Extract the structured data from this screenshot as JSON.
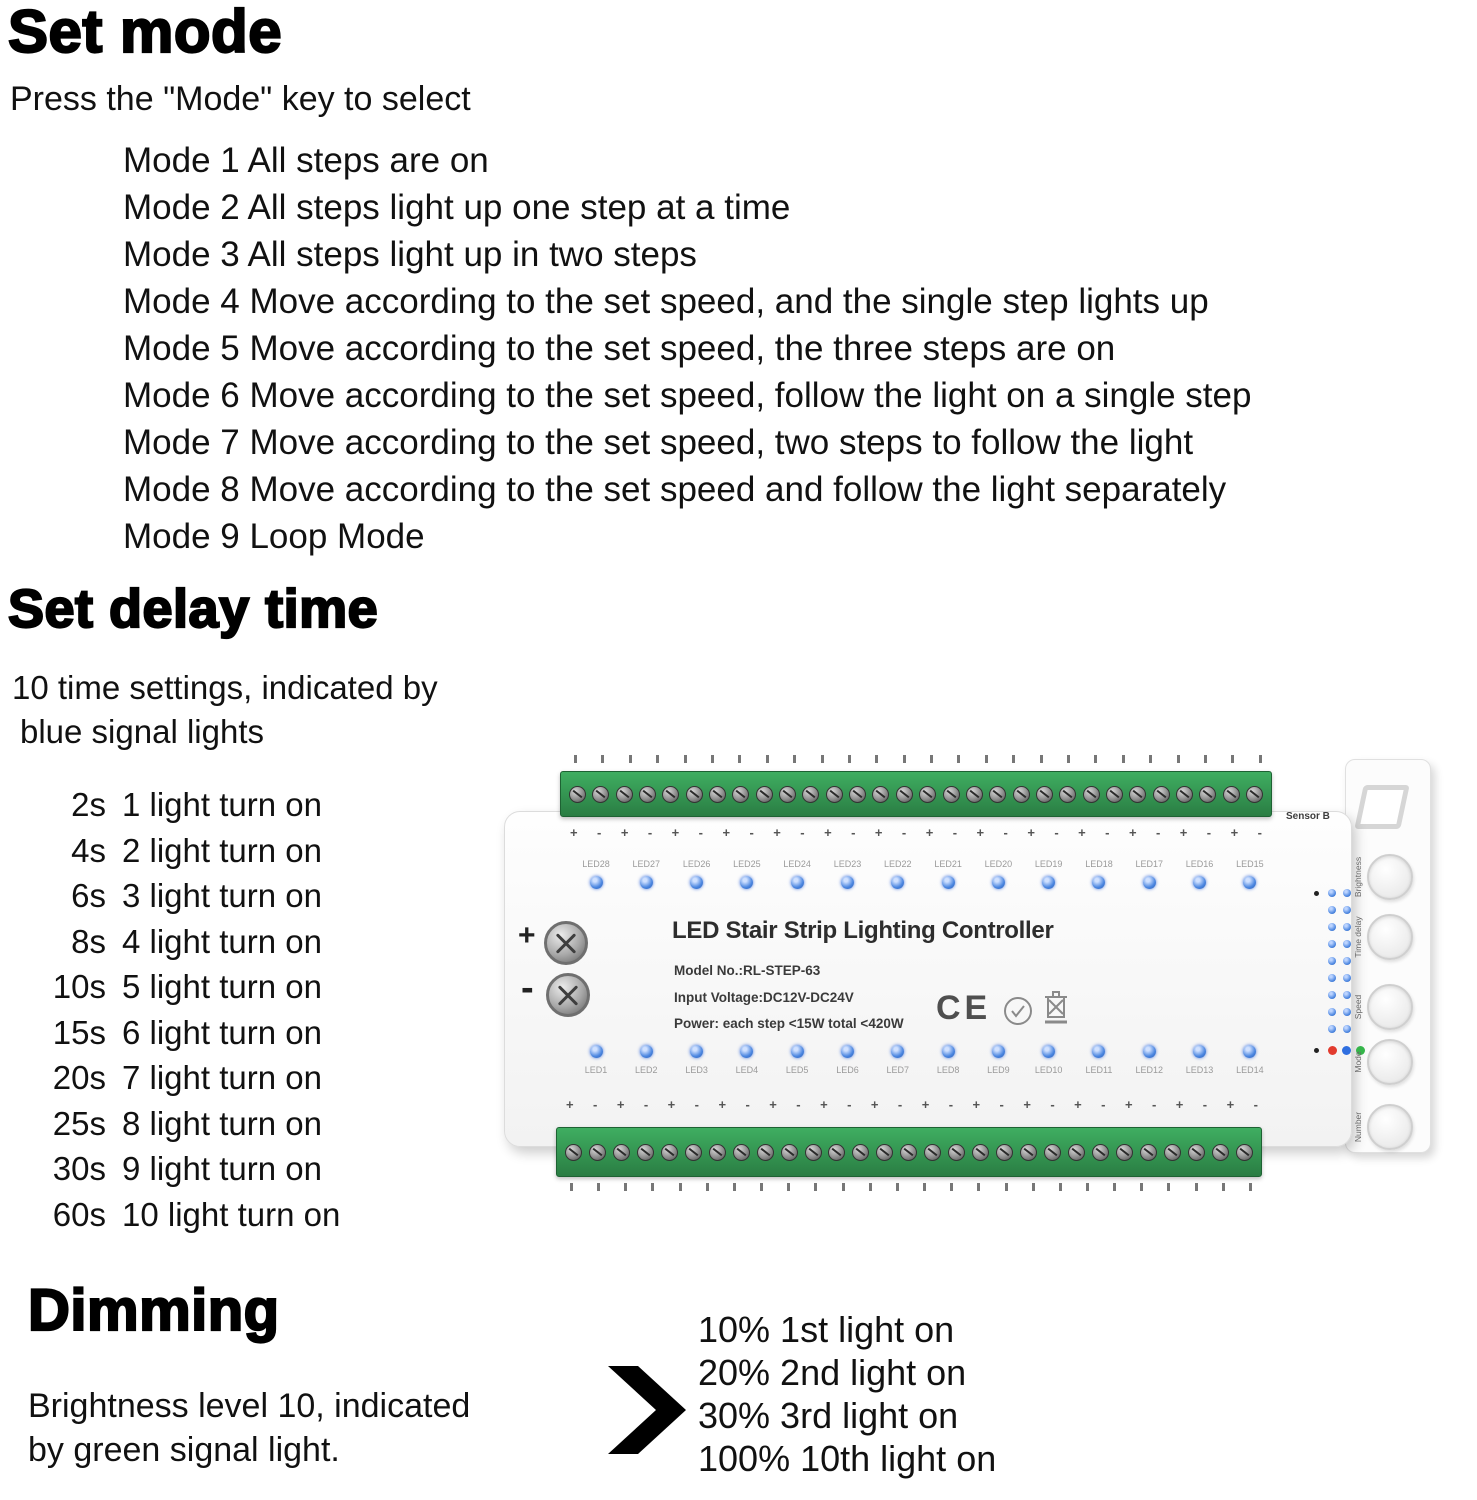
{
  "set_mode": {
    "title": "Set mode",
    "subtitle": "Press the \"Mode\" key to select",
    "modes": [
      "Mode 1 All steps are on",
      "Mode 2 All steps light up one step at a time",
      "Mode 3 All steps light up in two steps",
      "Mode 4 Move according to the set speed, and the single step lights up",
      "Mode 5 Move according to the set speed, the three steps are on",
      "Mode 6 Move according to the set speed, follow the light on a single step",
      "Mode 7 Move according to the set speed, two steps to follow the light",
      "Mode 8 Move according to the set speed and follow the light separately",
      "Mode 9 Loop Mode"
    ]
  },
  "set_delay_time": {
    "title": "Set delay time",
    "subtitle_line1": "10 time settings, indicated by",
    "subtitle_line2": "blue signal lights",
    "times": [
      {
        "time": "2s",
        "desc": "1 light turn on"
      },
      {
        "time": "4s",
        "desc": "2 light turn on"
      },
      {
        "time": "6s",
        "desc": "3 light turn on"
      },
      {
        "time": "8s",
        "desc": "4 light turn on"
      },
      {
        "time": "10s",
        "desc": "5 light turn on"
      },
      {
        "time": "15s",
        "desc": "6 light turn on"
      },
      {
        "time": "20s",
        "desc": "7 light turn on"
      },
      {
        "time": "25s",
        "desc": "8 light turn on"
      },
      {
        "time": "30s",
        "desc": "9 light turn on"
      },
      {
        "time": "60s",
        "desc": "10 light turn on"
      }
    ]
  },
  "dimming": {
    "title": "Dimming",
    "subtitle_line1": "Brightness level 10, indicated",
    "subtitle_line2": "by green signal light.",
    "levels": [
      "10% 1st light on",
      "20% 2nd light on",
      "30% 3rd light on",
      "100% 10th light on"
    ]
  },
  "device": {
    "title": "LED Stair Strip Lighting Controller",
    "model": "Model No.:RL-STEP-63",
    "voltage": "Input Voltage:DC12V-DC24V",
    "power": "Power: each step <15W  total <420W",
    "ce_mark": "CE",
    "sensor_label": "Sensor B",
    "plus_label": "+",
    "minus_label": "-",
    "top_leds": [
      "LED28",
      "LED27",
      "LED26",
      "LED25",
      "LED24",
      "LED23",
      "LED22",
      "LED21",
      "LED20",
      "LED19",
      "LED18",
      "LED17",
      "LED16",
      "LED15"
    ],
    "bottom_leds": [
      "LED1",
      "LED2",
      "LED3",
      "LED4",
      "LED5",
      "LED6",
      "LED7",
      "LED8",
      "LED9",
      "LED10",
      "LED11",
      "LED12",
      "LED13",
      "LED14"
    ],
    "buttons": [
      "Brightness",
      "Time delay",
      "Speed",
      "Mode",
      "Number"
    ],
    "colors": {
      "terminal_green": "#2f8f4e",
      "led_blue": "#4b86e0",
      "status_red": "#e23b2e",
      "status_blue": "#2f6fe0",
      "status_green": "#35b54a"
    }
  }
}
